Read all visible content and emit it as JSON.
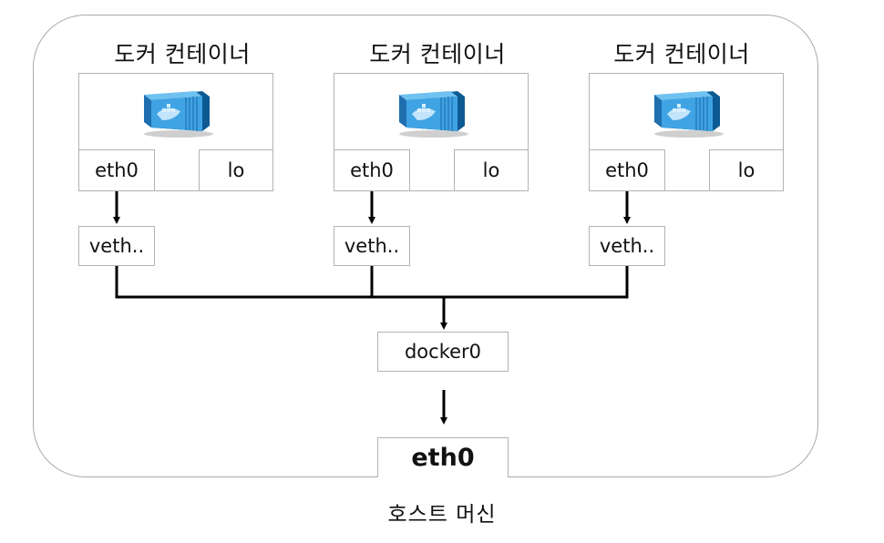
{
  "containers": [
    {
      "title": "도커 컨테이너",
      "iface_a": "eth0",
      "iface_b": "lo",
      "veth": "veth.."
    },
    {
      "title": "도커 컨테이너",
      "iface_a": "eth0",
      "iface_b": "lo",
      "veth": "veth.."
    },
    {
      "title": "도커 컨테이너",
      "iface_a": "eth0",
      "iface_b": "lo",
      "veth": "veth.."
    }
  ],
  "bridge": {
    "label": "docker0"
  },
  "host_iface": {
    "label": "eth0"
  },
  "host_caption": "호스트 머신",
  "icons": {
    "container_icon": "docker-container-icon"
  },
  "colors": {
    "frame": "#a9a9a9",
    "box_border": "#b3b3b3",
    "line": "#000000",
    "docker_blue": "#2f8fd3"
  }
}
